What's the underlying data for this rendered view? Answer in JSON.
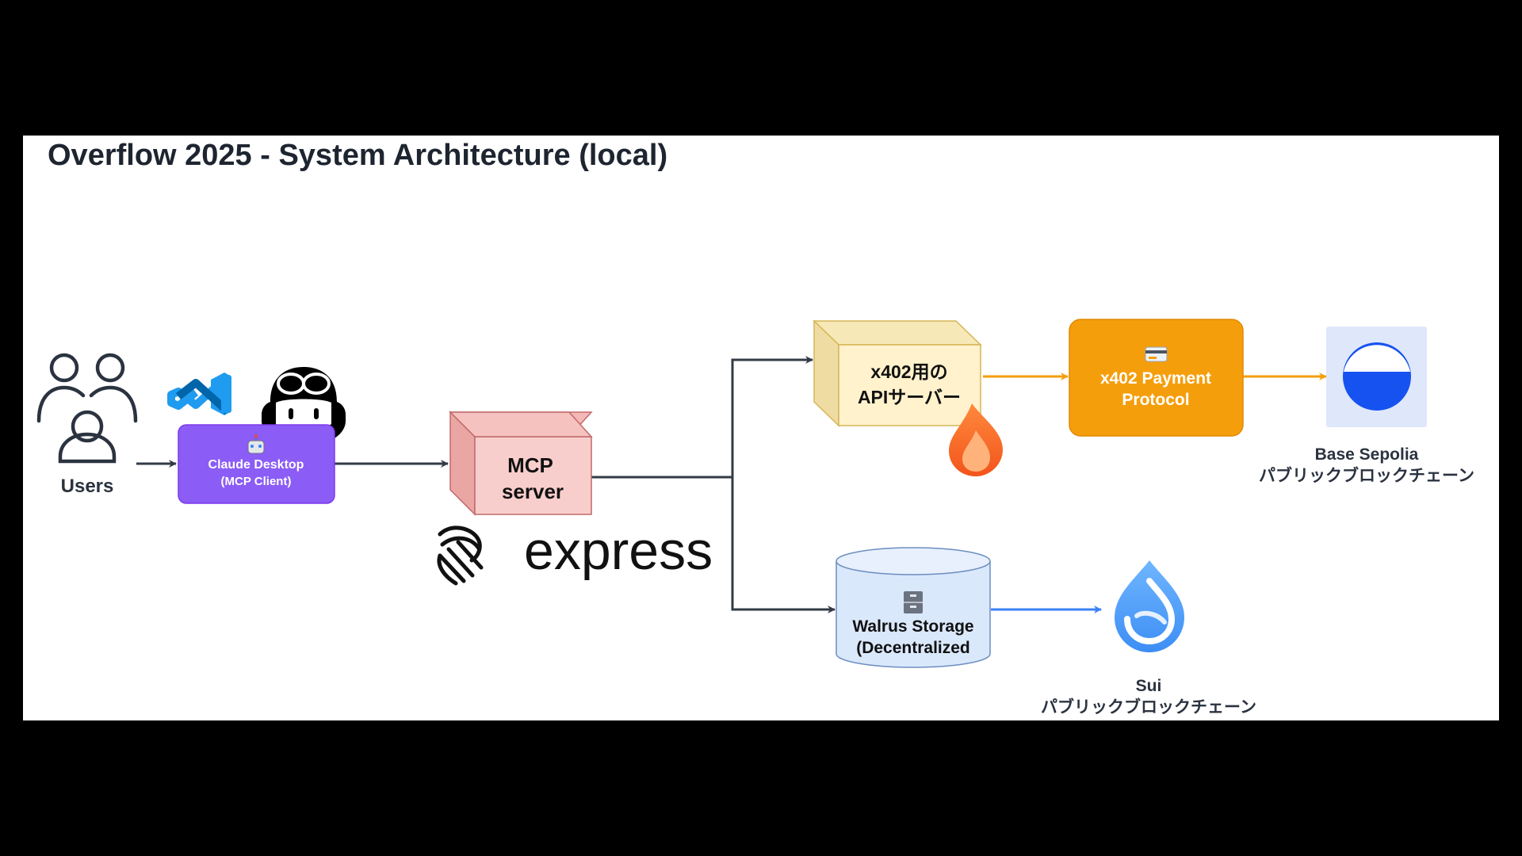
{
  "title": "Overflow 2025 - System Architecture (local)",
  "nodes": {
    "users": {
      "label": "Users"
    },
    "claude_desktop": {
      "icon": "robot-icon",
      "line1": "Claude Desktop",
      "line2": "(MCP Client)",
      "color": "#8b5cf6"
    },
    "vscode": {
      "icon": "vscode-logo"
    },
    "copilot": {
      "icon": "copilot-logo"
    },
    "mcp_server": {
      "line1": "MCP",
      "line2": "server",
      "color": "#f8cecc"
    },
    "express": {
      "label": "express"
    },
    "api_server": {
      "line1": "x402用の",
      "line2": "APIサーバー",
      "color": "#fff2cc"
    },
    "flame": {
      "icon": "flame-icon"
    },
    "payment": {
      "icon": "credit-card-icon",
      "line1": "x402 Payment",
      "line2": "Protocol",
      "color": "#f59e0b"
    },
    "base_sepolia": {
      "icon": "base-logo",
      "line1": "Base Sepolia",
      "line2": "パブリックブロックチェーン",
      "color": "#1652f0"
    },
    "walrus": {
      "icon": "file-cabinet-icon",
      "line1": "Walrus Storage",
      "line2": "(Decentralized",
      "color": "#dae8fc"
    },
    "sui": {
      "icon": "sui-logo",
      "line1": "Sui",
      "line2": "パブリックブロックチェーン",
      "color": "#4da2ff"
    }
  },
  "colors": {
    "edge_default": "#333b47",
    "edge_payment": "#f59e0b",
    "edge_storage": "#3b82f6"
  }
}
